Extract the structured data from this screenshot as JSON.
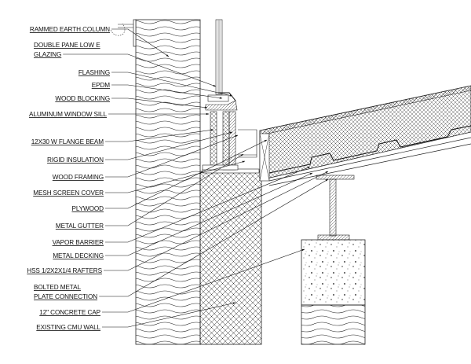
{
  "title": "Roof to rammed earth wall connection detail",
  "labels": [
    {
      "id": "rammed-earth-column",
      "lines": [
        "RAMMED EARTH COLUMN"
      ]
    },
    {
      "id": "double-pane-glazing",
      "lines": [
        "DOUBLE PANE LOW E",
        "GLAZING"
      ]
    },
    {
      "id": "flashing",
      "lines": [
        "FLASHING"
      ]
    },
    {
      "id": "epdm",
      "lines": [
        "EPDM"
      ]
    },
    {
      "id": "wood-blocking",
      "lines": [
        "WOOD BLOCKING"
      ]
    },
    {
      "id": "aluminum-window-sill",
      "lines": [
        "ALUMINUM WINDOW SILL"
      ]
    },
    {
      "id": "w-flange-beam",
      "lines": [
        "12X30 W FLANGE BEAM"
      ]
    },
    {
      "id": "rigid-insulation",
      "lines": [
        "RIGID INSULATION"
      ]
    },
    {
      "id": "wood-framing",
      "lines": [
        "WOOD FRAMING"
      ]
    },
    {
      "id": "mesh-screen-cover",
      "lines": [
        "MESH SCREEN COVER"
      ]
    },
    {
      "id": "plywood",
      "lines": [
        "PLYWOOD"
      ]
    },
    {
      "id": "metal-gutter",
      "lines": [
        "METAL GUTTER"
      ]
    },
    {
      "id": "vapor-barrier",
      "lines": [
        "VAPOR BARRIER"
      ]
    },
    {
      "id": "metal-decking",
      "lines": [
        "METAL DECKING"
      ]
    },
    {
      "id": "hss-rafters",
      "lines": [
        "HSS 1/2X2X1/4  RAFTERS"
      ]
    },
    {
      "id": "bolted-plate-connection",
      "lines": [
        "BOLTED METAL",
        "PLATE CONNECTION"
      ]
    },
    {
      "id": "concrete-cap",
      "lines": [
        "12\" CONCRETE CAP"
      ]
    },
    {
      "id": "existing-cmu-wall",
      "lines": [
        "EXISTING CMU WALL"
      ]
    }
  ]
}
